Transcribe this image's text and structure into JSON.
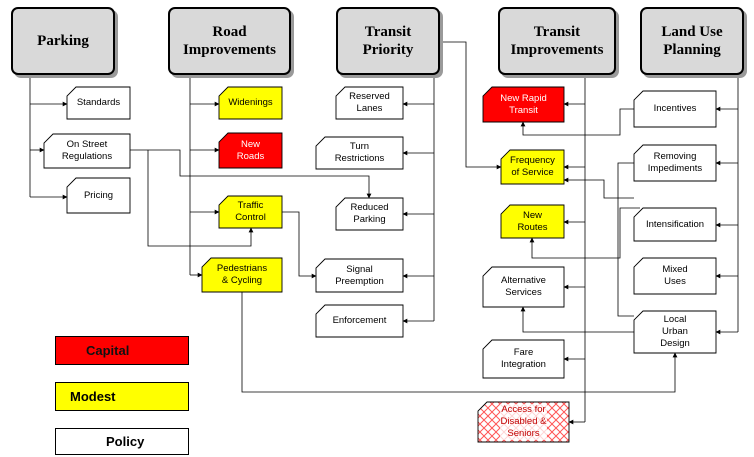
{
  "colors": {
    "capital": "#ff0000",
    "modest": "#ffff00",
    "policy": "#ffffff",
    "header": "#d9d9d9",
    "access_hatch": "#ff6666"
  },
  "headers": {
    "parking": "Parking",
    "road": "Road\nImprovements",
    "transit_priority": "Transit\nPriority",
    "transit_improvements": "Transit\nImprovements",
    "land_use": "Land Use\nPlanning"
  },
  "nodes": {
    "standards": "Standards",
    "on_street": "On Street\nRegulations",
    "pricing": "Pricing",
    "widenings": "Widenings",
    "new_roads": "New\nRoads",
    "traffic_control": "Traffic\nControl",
    "pedestrians": "Pedestrians\n& Cycling",
    "reserved_lanes": "Reserved\nLanes",
    "turn_restrictions": "Turn\nRestrictions",
    "reduced_parking": "Reduced\nParking",
    "signal_preemption": "Signal\nPreemption",
    "enforcement": "Enforcement",
    "new_rapid_transit": "New Rapid\nTransit",
    "frequency": "Frequency\nof Service",
    "new_routes": "New\nRoutes",
    "alt_services": "Alternative\nServices",
    "fare_integration": "Fare\nIntegration",
    "access": "Access for\nDisabled &\nSeniors",
    "incentives": "Incentives",
    "removing_impediments": "Removing\nImpediments",
    "intensification": "Intensification",
    "mixed_uses": "Mixed\nUses",
    "local_urban_design": "Local\nUrban\nDesign"
  },
  "legend": {
    "capital": "Capital",
    "modest": "Modest",
    "policy": "Policy"
  }
}
